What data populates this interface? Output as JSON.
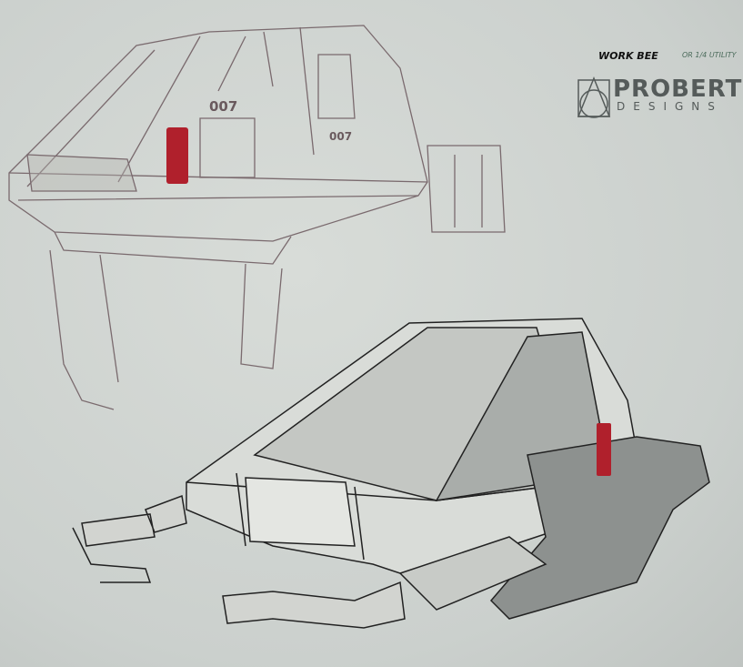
{
  "annotation": {
    "title": "WORK BEE",
    "note": "OR 1/4 UTILITY"
  },
  "hull_numbers": [
    "007",
    "007"
  ],
  "logo": {
    "word": "PROBERT",
    "sub": "DESIGNS"
  },
  "colors": {
    "paper": "#cdd2cf",
    "pencil": "#5a4f52",
    "ink": "#222222",
    "red_light": "#b0202c"
  }
}
